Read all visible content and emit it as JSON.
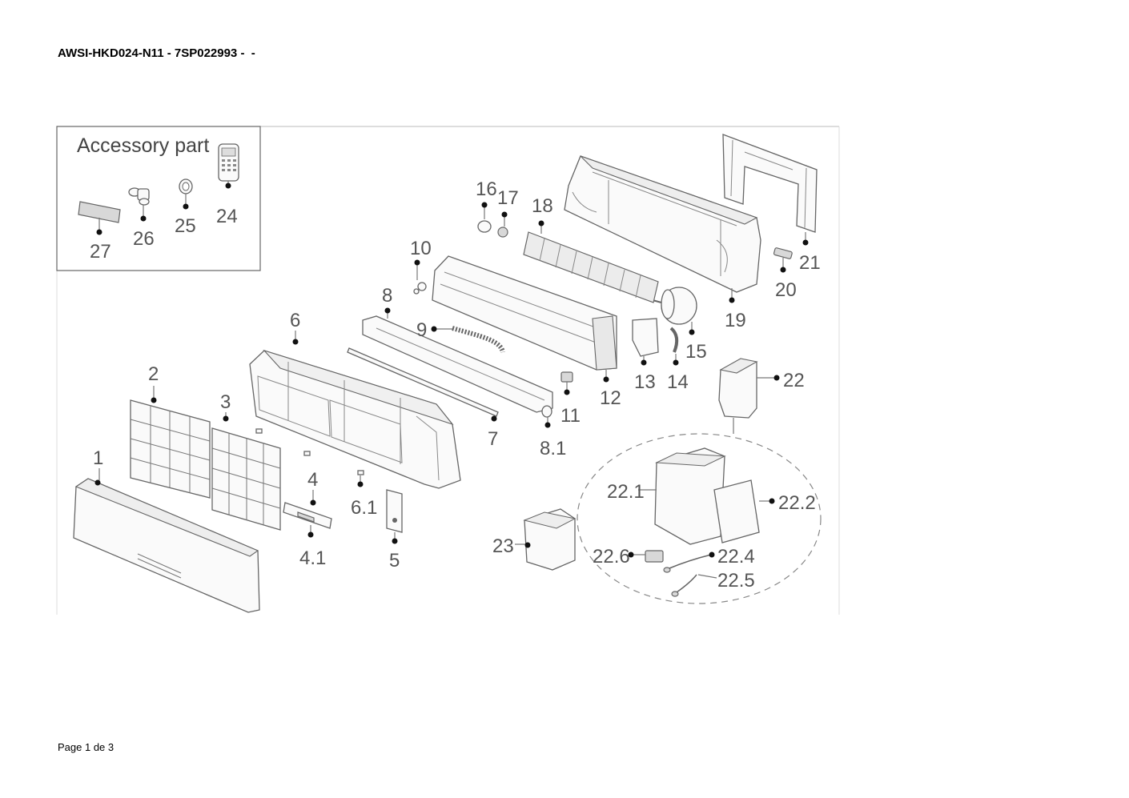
{
  "header": {
    "title": "AWSI-HKD024-N11 - 7SP022993 -  -"
  },
  "footer": {
    "page_label": "Page 1 de 3"
  },
  "accessory_box": {
    "title": "Accessory part"
  },
  "callouts": {
    "c1": "1",
    "c2": "2",
    "c3": "3",
    "c4": "4",
    "c4_1": "4.1",
    "c5": "5",
    "c6": "6",
    "c6_1": "6.1",
    "c7": "7",
    "c8": "8",
    "c8_1": "8.1",
    "c9": "9",
    "c10": "10",
    "c11": "11",
    "c12": "12",
    "c13": "13",
    "c14": "14",
    "c15": "15",
    "c16": "16",
    "c17": "17",
    "c18": "18",
    "c19": "19",
    "c20": "20",
    "c21": "21",
    "c22": "22",
    "c22_1": "22.1",
    "c22_2": "22.2",
    "c22_4": "22.4",
    "c22_5": "22.5",
    "c22_6": "22.6",
    "c23": "23",
    "c24": "24",
    "c25": "25",
    "c26": "26",
    "c27": "27"
  },
  "colors": {
    "line": "#777777",
    "dot": "#111111",
    "label": "#555555"
  }
}
